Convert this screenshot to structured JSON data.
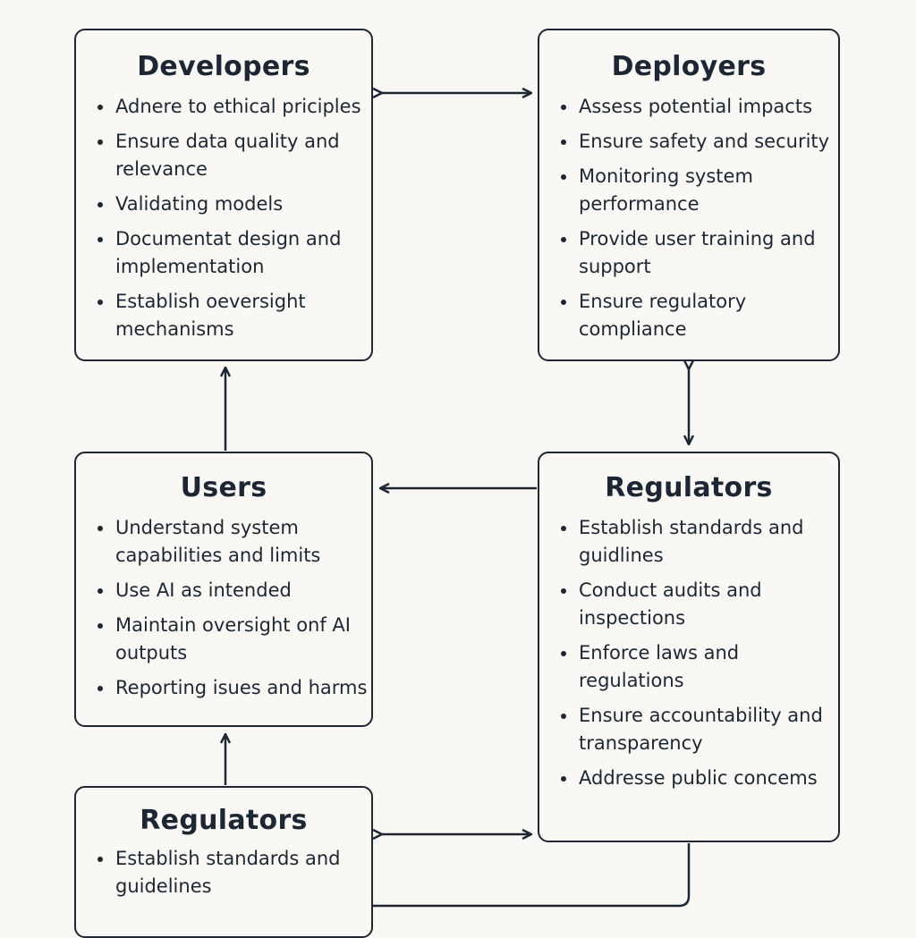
{
  "boxes": {
    "developers": {
      "title": "Developers",
      "items": [
        "Adnere to ethical priciples",
        "Ensure data quality and relevance",
        "Validating models",
        "Documentat design and implementation",
        "Establish oeversight mechanisms"
      ]
    },
    "deployers": {
      "title": "Deployers",
      "items": [
        "Assess potential impacts",
        "Ensure safety and security",
        "Monitoring system performance",
        "Provide user training and support",
        "Ensure regulatory compliance"
      ]
    },
    "users": {
      "title": "Users",
      "items": [
        "Understand system capabilities and limits",
        "Use AI as intended",
        "Maintain oversight onf AI outputs",
        "Reporting isues and harms"
      ]
    },
    "regulators_right": {
      "title": "Regulators",
      "items": [
        "Establish standards and guidlines",
        "Conduct audits and inspections",
        "Enforce laws and regulations",
        "Ensure accountability and transparency",
        "Addresse public concems"
      ]
    },
    "regulators_bottom": {
      "title": "Regulators",
      "items": [
        "Establish standards and guidelines"
      ]
    }
  },
  "colors": {
    "background": "#faf8f4",
    "ink": "#1c2733"
  }
}
